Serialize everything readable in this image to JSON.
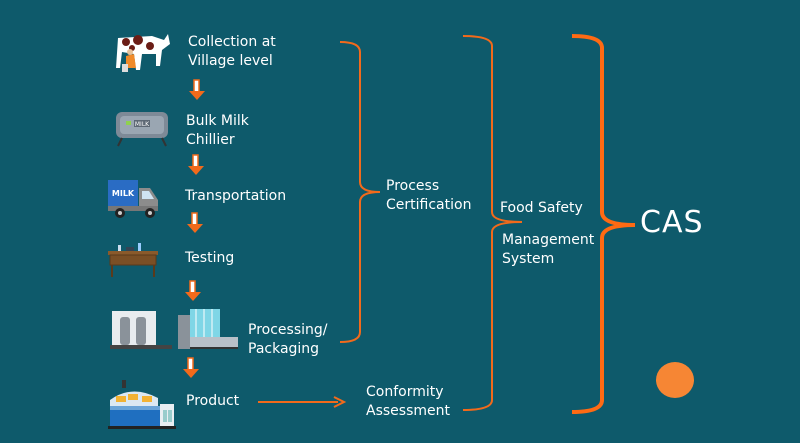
{
  "diagram": {
    "steps": [
      {
        "id": "collection",
        "label_line1": "Collection at",
        "label_line2": "Village level",
        "icon": "cow-milking-icon"
      },
      {
        "id": "chiller",
        "label_line1": "Bulk Milk",
        "label_line2": "Chillier",
        "icon": "milk-tank-icon",
        "icon_text": "MILK"
      },
      {
        "id": "transport",
        "label_line1": "Transportation",
        "label_line2": "",
        "icon": "milk-truck-icon",
        "icon_text": "MILK"
      },
      {
        "id": "testing",
        "label_line1": "Testing",
        "label_line2": "",
        "icon": "lab-desk-icon"
      },
      {
        "id": "processing",
        "label_line1": "Processing/",
        "label_line2": "Packaging",
        "icon": "processing-machine-icon"
      },
      {
        "id": "product",
        "label_line1": "Product",
        "label_line2": "",
        "icon": "product-display-icon"
      }
    ],
    "process_certification": {
      "line1": "Process",
      "line2": "Certification"
    },
    "conformity_assessment": {
      "line1": "Conformity",
      "line2": "Assessment"
    },
    "fsms": {
      "line1": "Food Safety",
      "line2": "Management",
      "line3": "System"
    },
    "cas": "CAS",
    "colors": {
      "background": "#0e5a6b",
      "accent": "#f26a1b",
      "dot": "#f68634",
      "text": "#ffffff"
    }
  }
}
